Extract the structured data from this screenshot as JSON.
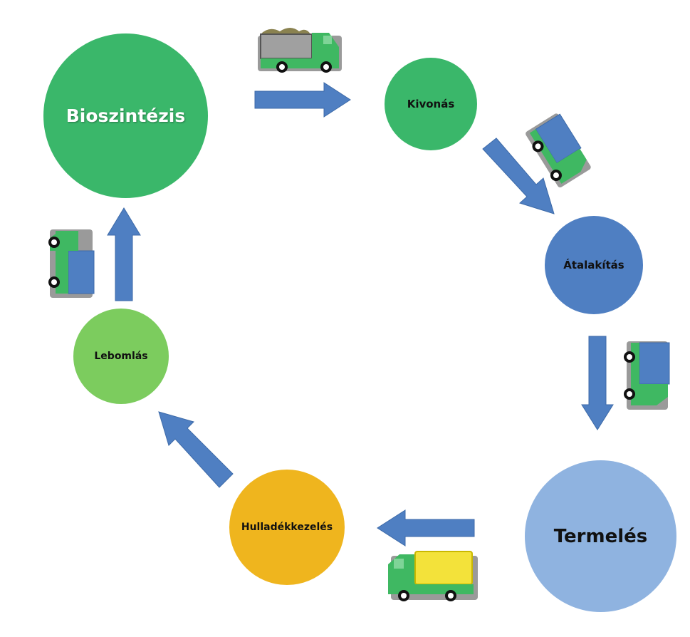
{
  "nodes": {
    "bioszintezis": "Bioszintézis",
    "kivonas": "Kivonás",
    "atalakitas": "Átalakítás",
    "termeles": "Termelés",
    "hulladekkezeles": "Hulladékkezelés",
    "lebomlas": "Lebomlás"
  },
  "colors": {
    "green": "#3ab76a",
    "blue": "#4f7fc2",
    "light_blue": "#8fb3e0",
    "orange": "#efb51e",
    "light_green": "#7ccc5e",
    "arrow": "#4f7fc2",
    "truck_cab": "#3fb862",
    "truck_shadow": "#9a9a9a",
    "cargo_gray": "#a0a0a0",
    "cargo_blue": "#4f7fc2",
    "cargo_yellow": "#f3e23a"
  },
  "icons": [
    "arrow-icon",
    "truck-icon"
  ]
}
